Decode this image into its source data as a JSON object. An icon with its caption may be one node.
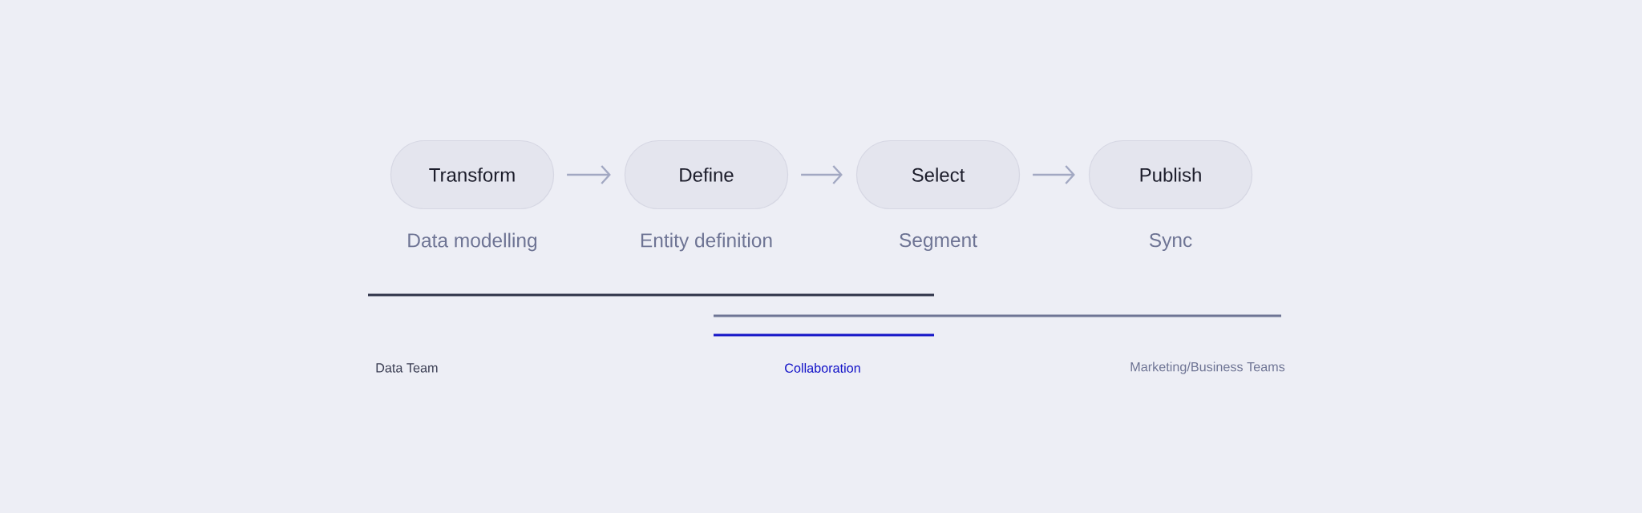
{
  "diagram": {
    "nodes": [
      {
        "text": [
          "Transform"
        ],
        "beside": [
          "Data modelling"
        ]
      },
      {
        "text": [
          "Define"
        ],
        "beside": [
          "Entity definition"
        ]
      },
      {
        "text": [
          "Select"
        ],
        "beside": [
          "Segment"
        ]
      },
      {
        "text": [
          "Publish"
        ],
        "beside": [
          "Sync"
        ]
      }
    ],
    "edges": [
      {
        "from": 0,
        "to": 1,
        "arrow": "to"
      },
      {
        "from": 1,
        "to": 2,
        "arrow": "to"
      },
      {
        "from": 2,
        "to": 3,
        "arrow": "to"
      }
    ],
    "labels": [
      "Data Team",
      "Collaboration",
      "Marketing/Business Teams"
    ]
  }
}
